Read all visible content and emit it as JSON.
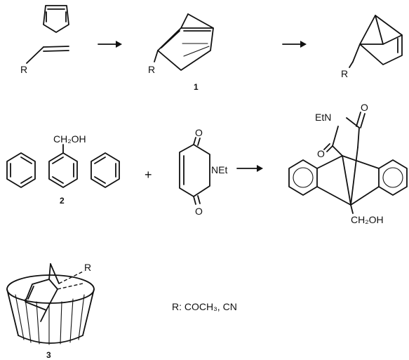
{
  "labels": {
    "r_ethylene": "R",
    "r_adduct1": "R",
    "r_product1": "R",
    "compound1": "1",
    "substituent_2": "CH₂OH",
    "compound2": "2",
    "plus": "+",
    "maleimide_net": "NEt",
    "maleimide_o_top": "O",
    "maleimide_o_bottom": "O",
    "product2_etn": "EtN",
    "product2_o_top": "O",
    "product2_o_left": "O",
    "product2_ch2oh": "CH₂OH",
    "r_cyclodextrin": "R",
    "compound3": "3",
    "r_definition": "R: COCH₃, CN"
  },
  "colors": {
    "ink": "#111111",
    "background": "#ffffff"
  }
}
